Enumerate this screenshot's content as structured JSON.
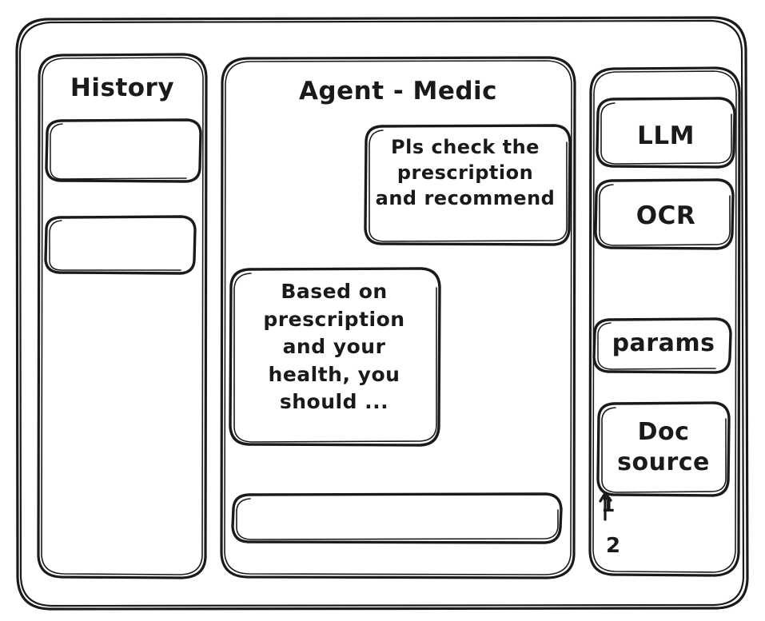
{
  "window": {
    "style": "hand-drawn-wireframe",
    "stroke_color": "#1a1a1a",
    "background_color": "#ffffff"
  },
  "sidebar_left": {
    "title": "History",
    "items": [
      {
        "label": ""
      },
      {
        "label": ""
      }
    ]
  },
  "main": {
    "title": "Agent - Medic",
    "messages": [
      {
        "role": "user",
        "align": "right",
        "text": "Pls check the\nprescription\nand recommend"
      },
      {
        "role": "agent",
        "align": "left",
        "text": "Based on\nprescription\nand your\nhealth, you\nshould ..."
      }
    ],
    "composer": {
      "value": "",
      "placeholder": ""
    }
  },
  "sidebar_right": {
    "buttons": [
      {
        "label": "LLM"
      },
      {
        "label": "OCR"
      },
      {
        "label": "params"
      },
      {
        "label": "Doc\nsource"
      }
    ],
    "markers": [
      {
        "label": "1"
      },
      {
        "label": "2"
      }
    ]
  }
}
